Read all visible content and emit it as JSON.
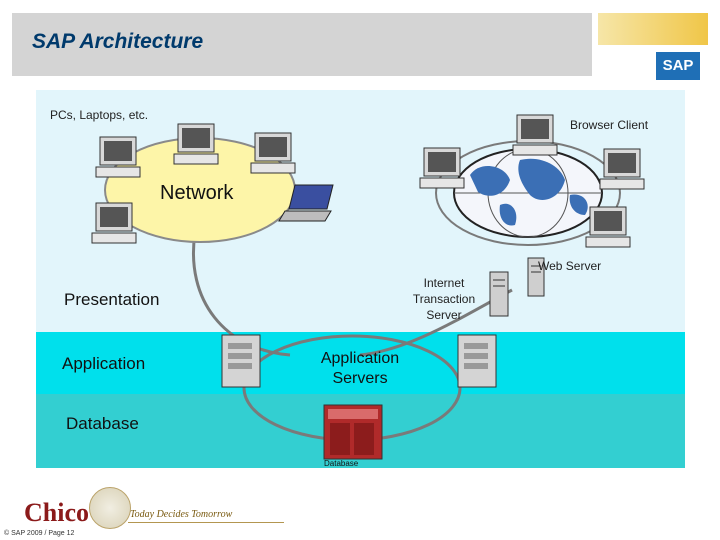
{
  "header": {
    "title": "SAP Architecture",
    "logo_text": "SAP"
  },
  "layers": {
    "presentation": "Presentation",
    "application": "Application",
    "database": "Database"
  },
  "labels": {
    "pcs": "PCs, Laptops, etc.",
    "browser_client": "Browser Client",
    "network": "Network",
    "web_server": "Web Server",
    "its_line1": "Internet",
    "its_line2": "Transaction",
    "its_line3": "Server",
    "app_servers_line1": "Application",
    "app_servers_line2": "Servers",
    "database_caption": "Database"
  },
  "footer": {
    "logo_text": "Chico",
    "tagline": "Today Decides Tomorrow",
    "copyright": "© SAP 2009 / Page 12"
  },
  "colors": {
    "title": "#003a6c",
    "presentation_band": "#e2f5fb",
    "application_band": "#00e0ec",
    "database_band": "#33cfd1",
    "network_fill": "#fdf5a8",
    "sap_blue": "#1f6fb6"
  }
}
